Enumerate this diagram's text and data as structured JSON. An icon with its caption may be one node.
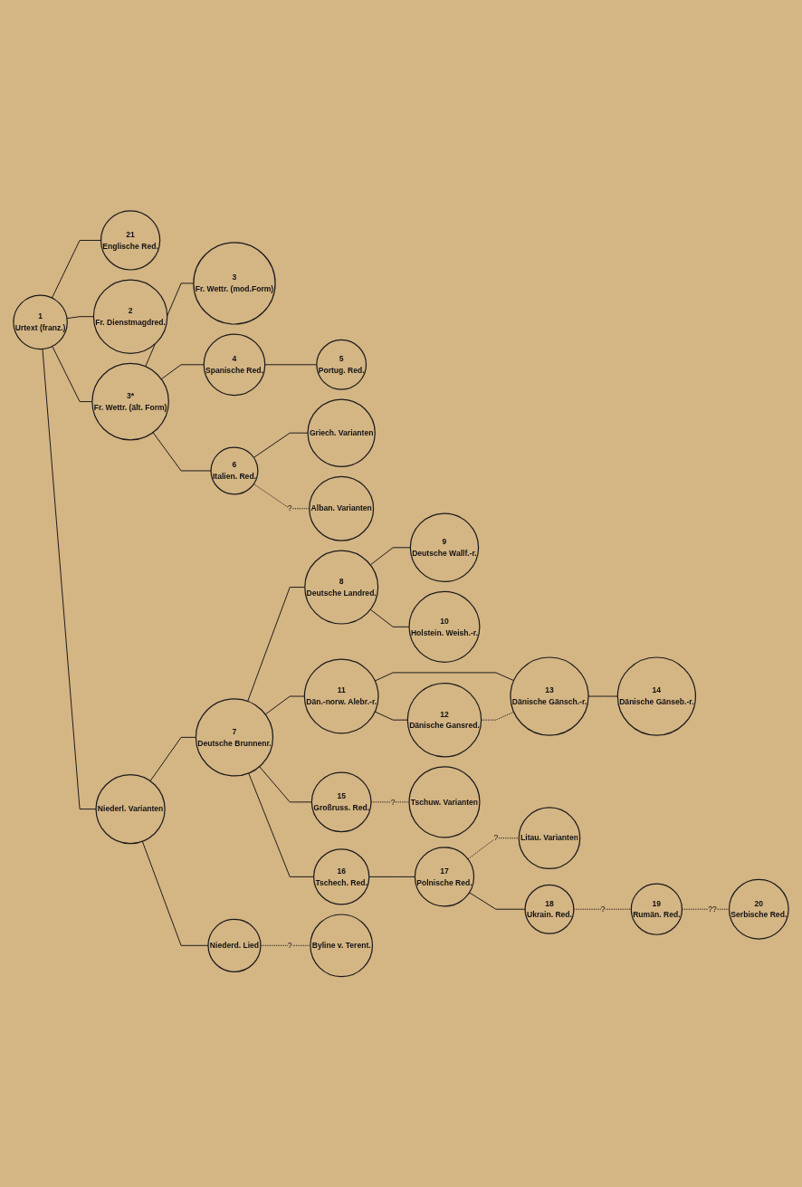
{
  "diagram": {
    "nodes": [
      {
        "text": [
          "1",
          "Urtext (franz.)"
        ]
      },
      {
        "text": [
          "21",
          "Englische Red."
        ]
      },
      {
        "text": [
          "2",
          "Fr. Dienstmagdred."
        ]
      },
      {
        "text": [
          "3*",
          "Fr. Wettr. (ält. Form)"
        ]
      },
      {
        "text": [
          "3",
          "Fr. Wettr. (mod.Form)"
        ]
      },
      {
        "text": [
          "4",
          "Spanische Red."
        ]
      },
      {
        "text": [
          "5",
          "Portug. Red."
        ]
      },
      {
        "text": [
          "6",
          "Italien. Red."
        ]
      },
      {
        "text": [
          "Griech. Varianten"
        ]
      },
      {
        "text": [
          "Alban. Varianten"
        ]
      },
      {
        "text": [
          "Niederl. Varianten"
        ]
      },
      {
        "text": [
          "7",
          "Deutsche Brunnenr."
        ]
      },
      {
        "text": [
          "8",
          "Deutsche Landred."
        ]
      },
      {
        "text": [
          "9",
          "Deutsche Wallf.-r."
        ]
      },
      {
        "text": [
          "10",
          "Holstein. Weish.-r."
        ]
      },
      {
        "text": [
          "11",
          "Dän.-norw. Alebr.-r."
        ]
      },
      {
        "text": [
          "12",
          "Dänische Gansred."
        ]
      },
      {
        "text": [
          "13",
          "Dänische Gänsch.-r."
        ]
      },
      {
        "text": [
          "14",
          "Dänische Gänseb.-r."
        ]
      },
      {
        "text": [
          "16",
          "Tschech. Red."
        ]
      },
      {
        "text": [
          "17",
          "Polnische Red."
        ]
      },
      {
        "text": [
          "Litau. Varianten"
        ]
      },
      {
        "text": [
          "18",
          "Ukrain. Red."
        ]
      },
      {
        "text": [
          "19",
          "Rumän. Red."
        ]
      },
      {
        "text": [
          "20",
          "Serbische Red."
        ]
      },
      {
        "text": [
          "15",
          "Großruss. Red."
        ]
      },
      {
        "text": [
          "Tschuw. Varianten"
        ]
      },
      {
        "text": [
          "Niederd. Lied"
        ]
      },
      {
        "text": [
          "Byline v. Terent."
        ]
      }
    ],
    "edges": [
      {
        "from": 0,
        "to": 1,
        "arrow": "none"
      },
      {
        "from": 0,
        "to": 2,
        "arrow": "none"
      },
      {
        "from": 0,
        "to": 3,
        "arrow": "none"
      },
      {
        "from": 0,
        "to": 10,
        "arrow": "none"
      },
      {
        "from": 3,
        "to": 4,
        "arrow": "none"
      },
      {
        "from": 3,
        "to": 5,
        "arrow": "none"
      },
      {
        "from": 5,
        "to": 6,
        "arrow": "none"
      },
      {
        "from": 3,
        "to": 7,
        "arrow": "none"
      },
      {
        "from": 7,
        "to": 8,
        "arrow": "none"
      },
      {
        "from": 7,
        "to": 9,
        "arrow": "none",
        "label": "?",
        "style": "dashed"
      },
      {
        "from": 10,
        "to": 11,
        "arrow": "none"
      },
      {
        "from": 10,
        "to": 27,
        "arrow": "none"
      },
      {
        "from": 27,
        "to": 28,
        "arrow": "none",
        "label": "?",
        "style": "dashed"
      },
      {
        "from": 11,
        "to": 12,
        "arrow": "none"
      },
      {
        "from": 12,
        "to": 13,
        "arrow": "none"
      },
      {
        "from": 12,
        "to": 14,
        "arrow": "none"
      },
      {
        "from": 11,
        "to": 15,
        "arrow": "none"
      },
      {
        "from": 15,
        "to": 16,
        "arrow": "none"
      },
      {
        "from": 15,
        "to": 17,
        "arrow": "none"
      },
      {
        "from": 16,
        "to": 17,
        "arrow": "none",
        "style": "dashed"
      },
      {
        "from": 17,
        "to": 18,
        "arrow": "none"
      },
      {
        "from": 11,
        "to": 19,
        "arrow": "none"
      },
      {
        "from": 11,
        "to": 25,
        "arrow": "none"
      },
      {
        "from": 25,
        "to": 26,
        "arrow": "none",
        "label": "?",
        "style": "dashed"
      },
      {
        "from": 19,
        "to": 20,
        "arrow": "none"
      },
      {
        "from": 20,
        "to": 21,
        "arrow": "none",
        "label": "?",
        "style": "dashed"
      },
      {
        "from": 20,
        "to": 22,
        "arrow": "none"
      },
      {
        "from": 22,
        "to": 23,
        "arrow": "none",
        "label": "?",
        "style": "dashed"
      },
      {
        "from": 23,
        "to": 24,
        "arrow": "none",
        "label": "??",
        "style": "dashed"
      }
    ]
  }
}
